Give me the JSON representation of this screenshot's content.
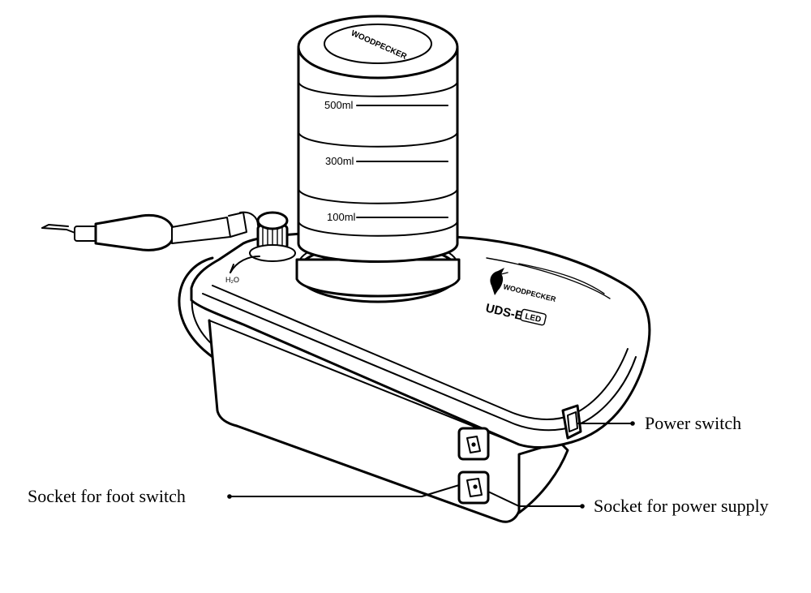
{
  "callouts": {
    "power_switch": "Power switch",
    "foot_switch_socket": "Socket for foot switch",
    "power_supply_socket": "Socket for power supply"
  },
  "device": {
    "brand": "WOODPECKER",
    "lid_brand": "WOODPECKER",
    "model": "UDS-E",
    "model_badge": "LED",
    "water_knob_label": "H₂O"
  },
  "bottle_scale": [
    "500ml",
    "300ml",
    "100ml"
  ],
  "icons": {
    "foot_switch_socket": "foot-switch-socket-icon",
    "power_supply_socket": "power-supply-socket-icon"
  }
}
